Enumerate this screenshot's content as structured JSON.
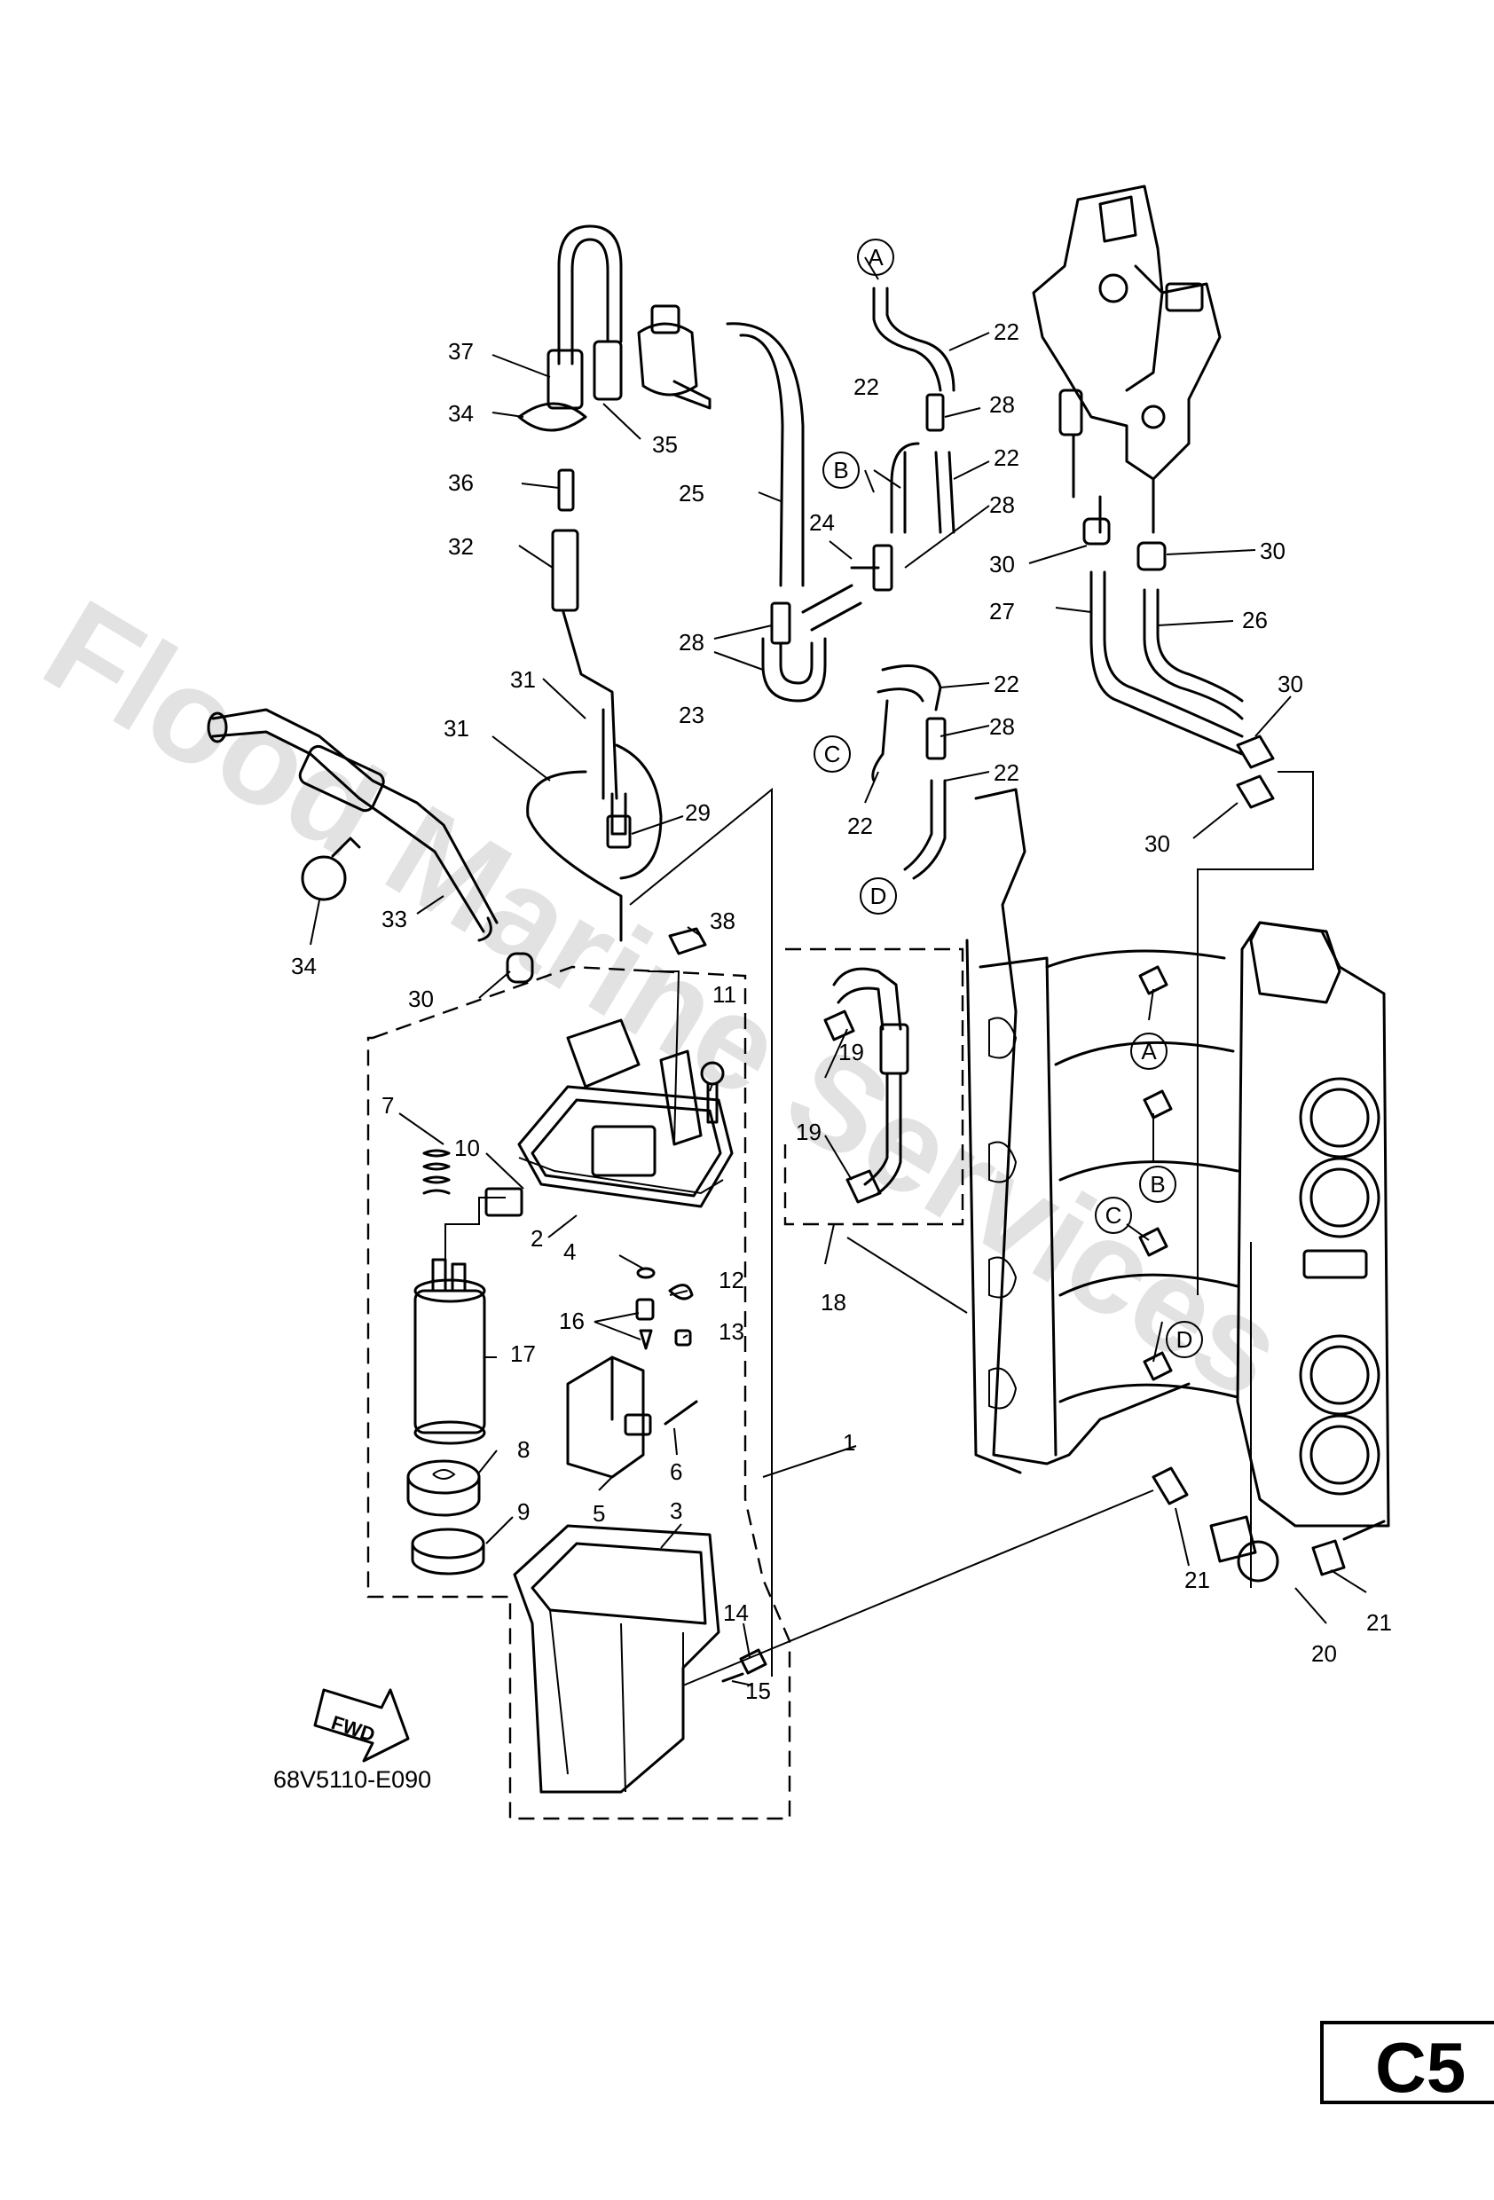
{
  "watermark": "Flood Marine Services",
  "page_code": "C5",
  "reference_code": "68V5110-E090",
  "fwd_label": "FWD",
  "reference_letters": [
    "A",
    "B",
    "C",
    "D"
  ],
  "callouts": {
    "n1": "1",
    "n2": "2",
    "n3": "3",
    "n4": "4",
    "n5": "5",
    "n6": "6",
    "n7": "7",
    "n8": "8",
    "n9": "9",
    "n10": "10",
    "n11": "11",
    "n12": "12",
    "n13": "13",
    "n14": "14",
    "n15": "15",
    "n16": "16",
    "n17": "17",
    "n18": "18",
    "n19": "19",
    "n20": "20",
    "n21": "21",
    "n22": "22",
    "n23": "23",
    "n24": "24",
    "n25": "25",
    "n26": "26",
    "n27": "27",
    "n28": "28",
    "n29": "29",
    "n30": "30",
    "n31": "31",
    "n32": "32",
    "n33": "33",
    "n34": "34",
    "n35": "35",
    "n36": "36",
    "n37": "37",
    "n38": "38"
  }
}
